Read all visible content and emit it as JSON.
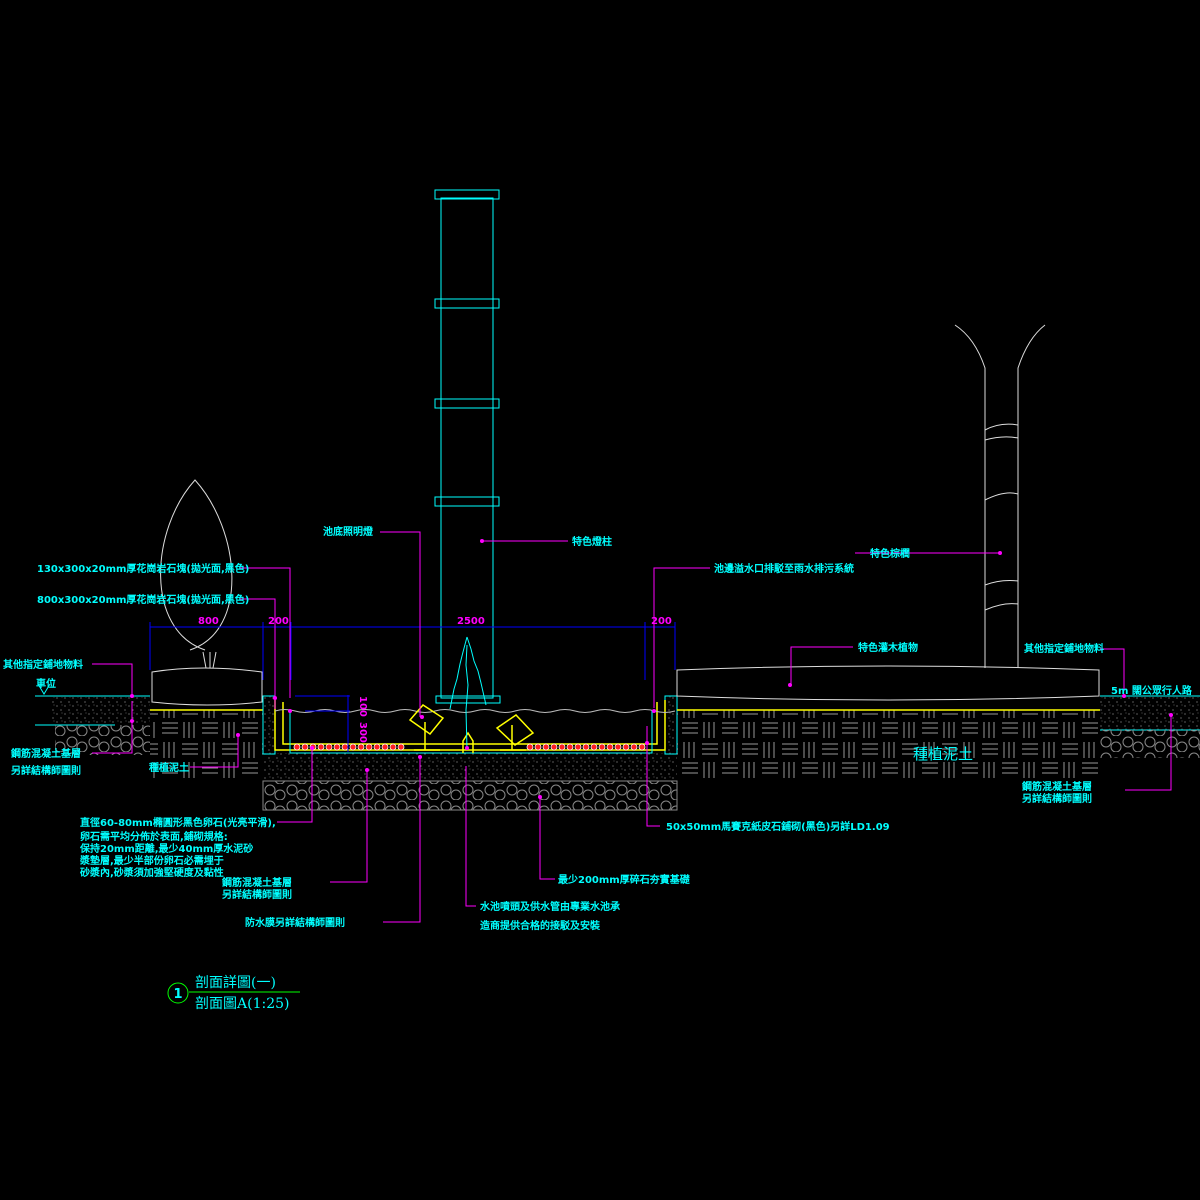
{
  "colors": {
    "background": "#000000",
    "text": "#00ffff",
    "leader": "#ff00ff",
    "dimension": "#0000ff",
    "membrane": "#ffff00",
    "pebble": "#ff0000"
  },
  "dimensions": {
    "planter_left": "800",
    "wall_left": "200",
    "pool": "2500",
    "wall_right": "200",
    "water_depth": "100",
    "pool_depth": "300"
  },
  "labels": {
    "granite_cap": "130x300x20mm厚花崗岩石塊(拋光面,黑色)",
    "granite_face": "800x300x20mm厚花崗岩石塊(拋光面,黑色)",
    "paving_left": "其他指定鋪地物料",
    "parking": "車位",
    "rc_base_left_1": "鋼筋混凝土基層",
    "rc_base_left_2": "另詳結構師圖則",
    "soil_left": "種植泥土",
    "pool_light": "池底照明燈",
    "feature_column": "特色燈柱",
    "feature_palm": "特色棕櫚",
    "overflow": "池邊溢水口排駁至雨水排污系統",
    "feature_shrub": "特色灌木植物",
    "paving_right": "其他指定鋪地物料",
    "footpath": "5m 闊公眾行人路",
    "soil_right": "種植泥土",
    "rc_base_right_1": "鋼筋混凝土基層",
    "rc_base_right_2": "另詳結構師圖則",
    "mosaic": "50x50mm馬賽克紙皮石鋪砌(黑色)另詳LD1.09",
    "pebbles_1": "直徑60-80mm橢圓形黑色卵石(光亮平滑),",
    "pebbles_2": "卵石需平均分佈於表面,鋪砌規格:",
    "pebbles_3": "保持20mm距離,最少40mm厚水泥砂",
    "pebbles_4": "漿墊層,最少半部份卵石必需埋于",
    "pebbles_5": "砂漿內,砂漿須加強堅硬度及黏性",
    "rc_base_pool_1": "鋼筋混凝土基層",
    "rc_base_pool_2": "另詳結構師圖則",
    "waterproof": "防水膜另詳結構師圖則",
    "hardcore": "最少200mm厚碎石夯實基礎",
    "nozzle_1": "水池噴頭及供水管由專業水池承",
    "nozzle_2": "造商提供合格的接駁及安裝"
  },
  "title_block": {
    "number": "1",
    "title": "剖面詳圖(一)",
    "subtitle": "剖面圖A(1:25)"
  }
}
